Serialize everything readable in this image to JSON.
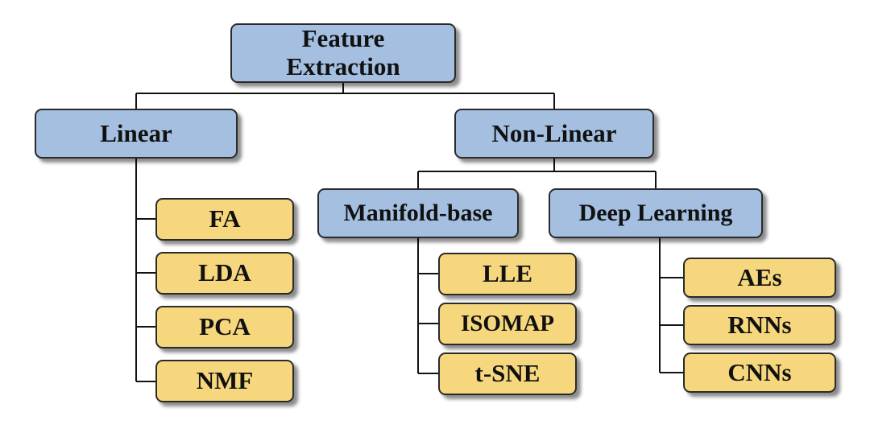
{
  "root": {
    "line1": "Feature",
    "line2": "Extraction"
  },
  "branches": {
    "linear": {
      "label": "Linear",
      "leaves": [
        "FA",
        "LDA",
        "PCA",
        "NMF"
      ]
    },
    "nonlinear": {
      "label": "Non-Linear",
      "children": {
        "manifold": {
          "label": "Manifold-base",
          "leaves": [
            "LLE",
            "ISOMAP",
            "t-SNE"
          ]
        },
        "deep": {
          "label": "Deep Learning",
          "leaves": [
            "AEs",
            "RNNs",
            "CNNs"
          ]
        }
      }
    }
  },
  "colors": {
    "category_fill": "#a4bfe0",
    "method_fill": "#f6d77d",
    "border": "#2a2a2a",
    "connector": "#111111"
  }
}
